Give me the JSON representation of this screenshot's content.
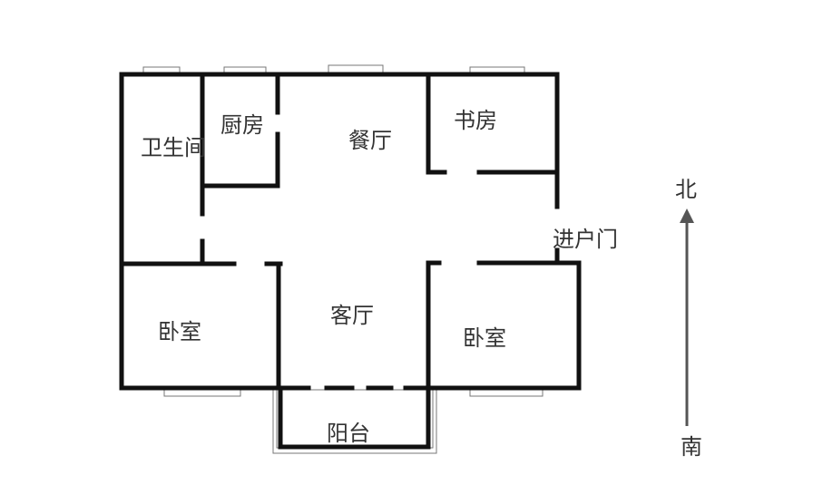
{
  "rooms": {
    "bathroom": "卫生间",
    "kitchen": "厨房",
    "dining": "餐厅",
    "study": "书房",
    "entrance": "进户门",
    "bedroom_left": "卧室",
    "living": "客厅",
    "bedroom_right": "卧室",
    "balcony": "阳台"
  },
  "compass": {
    "north": "北",
    "south": "南"
  },
  "colors": {
    "wall": "#111111",
    "text": "#333333",
    "arrow": "#555555"
  }
}
